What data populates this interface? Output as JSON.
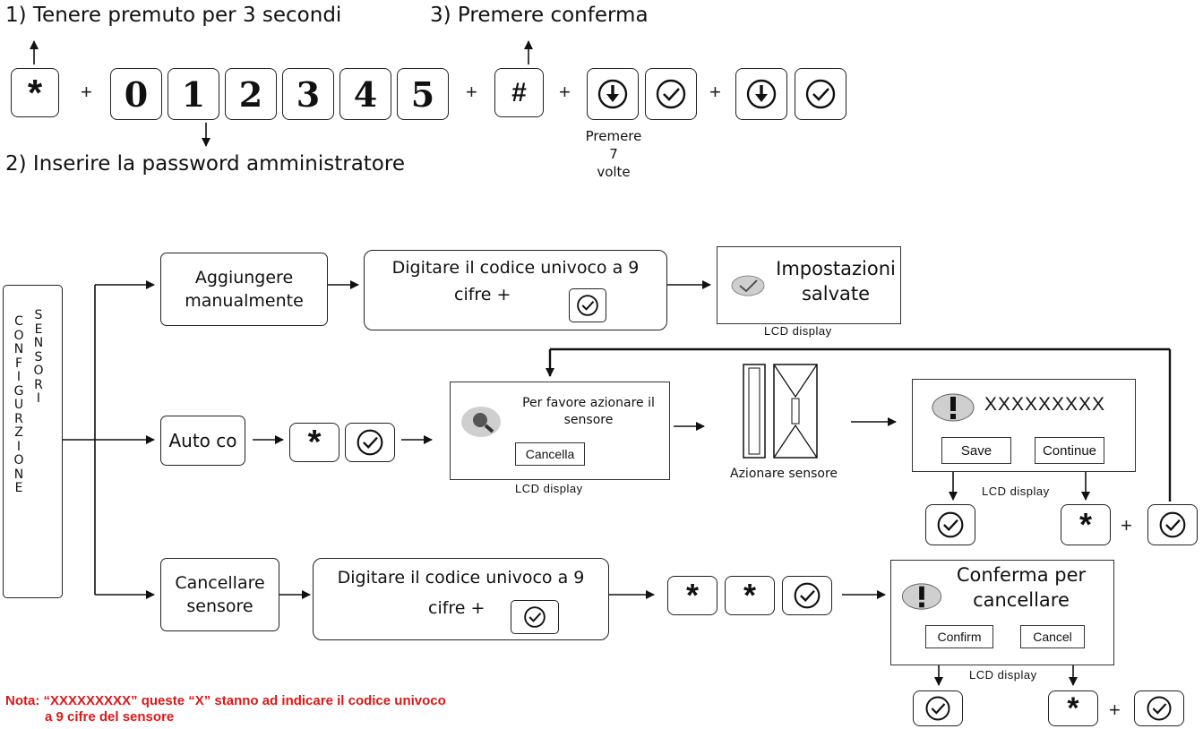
{
  "steps": {
    "step1": "1) Tenere premuto per 3 secondi",
    "step2": "2) Inserire la password amministratore",
    "step3": "3) Premere conferma",
    "press_line1": "Premere",
    "press_line2": "7",
    "press_line3": "volte"
  },
  "keys": {
    "star": "*",
    "hash": "#",
    "plus": "+",
    "digits": [
      "0",
      "1",
      "2",
      "3",
      "4",
      "5"
    ]
  },
  "vertical": {
    "left": [
      "C",
      "O",
      "N",
      "F",
      "I",
      "G",
      "U",
      "R",
      "Z",
      "I",
      "O",
      "N",
      "E"
    ],
    "right": [
      "S",
      "E",
      "N",
      "S",
      "O",
      "R",
      "I"
    ]
  },
  "manual": {
    "label_line1": "Aggiungere",
    "label_line2": "manualmente",
    "code_line1": "Digitare il codice univoco a 9",
    "code_line2": "cifre  +",
    "saved_line1": "Impostazioni",
    "saved_line2": "salvate",
    "lcd_caption": "LCD display"
  },
  "auto": {
    "label": "Auto co",
    "lcd_text_line1": "Per favore azionare il",
    "lcd_text_line2": "sensore",
    "cancel_btn": "Cancella",
    "lcd_caption": "LCD display",
    "sensor_caption": "Azionare sensore",
    "code_placeholder": "XXXXXXXXX",
    "save_btn": "Save",
    "continue_btn": "Continue",
    "lcd_caption2": "LCD display"
  },
  "delete": {
    "label_line1": "Cancellare",
    "label_line2": "sensore",
    "code_line1": "Digitare il codice univoco a 9",
    "code_line2": "cifre  +",
    "confirm_line1": "Conferma per",
    "confirm_line2": "cancellare",
    "confirm_btn": "Confirm",
    "cancel_btn": "Cancel",
    "lcd_caption": "LCD display"
  },
  "note": {
    "line1": "Nota: “XXXXXXXXX” queste “X” stanno ad indicare il codice univoco",
    "line2": "a 9 cifre del sensore",
    "color": "#d61a1a"
  }
}
